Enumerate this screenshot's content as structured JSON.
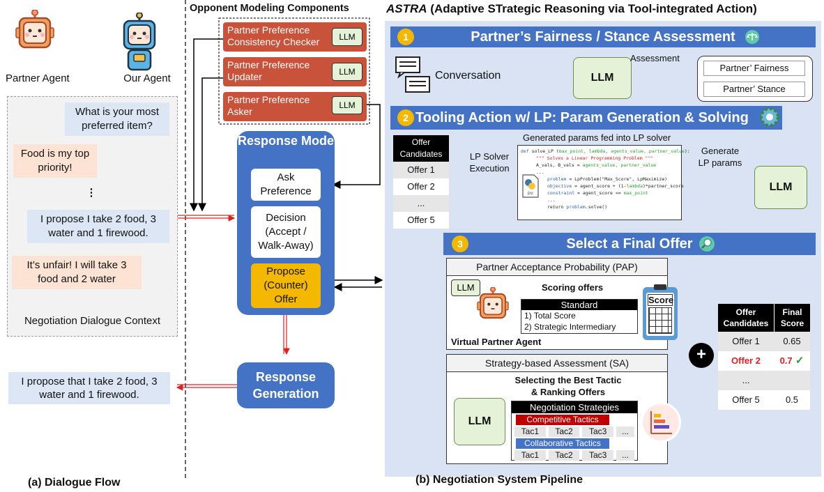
{
  "dialogue": {
    "partner_agent_label": "Partner Agent",
    "our_agent_label": "Our Agent",
    "messages": [
      "What is your most preferred item?",
      "Food is my top priority!",
      "⋮",
      "I propose I take 2 food, 3 water and 1 firewood.",
      "It’s unfair! I will take 3 food and 2 water"
    ],
    "context_label": "Negotiation Dialogue Context",
    "output_message": "I propose that I take 2 food, 3 water and 1 firewood.",
    "caption": "(a) Dialogue Flow"
  },
  "opponent": {
    "title": "Opponent Modeling Components",
    "components": [
      {
        "label": "Partner Preference Consistency Checker",
        "llm": "LLM"
      },
      {
        "label": "Partner Preference Updater",
        "llm": "LLM"
      },
      {
        "label": "Partner Preference Asker",
        "llm": "LLM"
      }
    ]
  },
  "response_mode": {
    "title": "Response Mode",
    "options": [
      "Ask Preference",
      "Decision (Accept / Walk-Away)",
      "Propose (Counter) Offer"
    ]
  },
  "response_generation": "Response Generation",
  "astra": {
    "title_acronym": "ASTRA",
    "title_rest": "(Adaptive STrategic Reasoning via Tool-integrated Action)",
    "caption": "(b) Negotiation System Pipeline",
    "step1": {
      "num": "1",
      "title": "Partner’s  Fairness / Stance Assessment",
      "conversation": "Conversation",
      "llm": "LLM",
      "assessment": "Assessment",
      "outputs": [
        "Partner’ Fairness",
        "Partner’ Stance"
      ]
    },
    "step2": {
      "num": "2",
      "title": "Tooling Action w/ LP: Param Generation & Solving",
      "params_label": "Generated params fed into LP solver",
      "generate_label": "Generate LP params",
      "llm": "LLM",
      "solver_label": "LP Solver Execution",
      "offer_header": "Offer Candidates",
      "offers": [
        "Offer 1",
        "Offer 2",
        "...",
        "Offer 5"
      ],
      "code": {
        "l1_def": "def ",
        "l1_fn": "solve_LP (",
        "l1_args": "max_point, lambda, agents_value, partner_value",
        "l1_end": "):",
        "l2": "\"\"\" Solves a Linear Programming Problem \"\"\"",
        "l3_a": "A_vals, B_vals = ",
        "l3_b": "agents_value, partner_value",
        "l4": "...",
        "l5_a": "problem",
        "l5_b": " = LpProblem(\"Max_Score\", LpMaximize)",
        "l6_a": "objective",
        "l6_b": " = agent_score + (1-",
        "l6_c": "lambda",
        "l6_d": ")*partner_score",
        "l7_a": "constraint",
        "l7_b": " = agent_score <= ",
        "l7_c": "max_point",
        "l8": "...",
        "l9_a": "return ",
        "l9_b": "problem",
        "l9_c": ".solve()"
      }
    },
    "step3": {
      "num": "3",
      "title": "Select a Final Offer",
      "pap_title": "Partner Acceptance Probability (PAP)",
      "pap_llm": "LLM",
      "scoring_title": "Scoring offers",
      "standard": "Standard",
      "criteria": [
        "1) Total Score",
        "2) Strategic Intermediary"
      ],
      "score_icon_label": "Score",
      "virtual_agent": "Virtual Partner Agent",
      "sa_title": "Strategy-based Assessment (SA)",
      "sa_llm": "LLM",
      "sa_heading_1": "Selecting the Best Tactic",
      "sa_heading_2": "& Ranking Offers",
      "strategies_title": "Negotiation Strategies",
      "competitive": "Competitive Tactics",
      "collaborative": "Collaborative Tactics",
      "tactics": [
        "Tac1",
        "Tac2",
        "Tac3",
        "..."
      ],
      "plus": "+"
    },
    "final_table": {
      "headers": [
        "Offer Candidates",
        "Final Score"
      ],
      "rows": [
        {
          "offer": "Offer 1",
          "score": "0.65"
        },
        {
          "offer": "Offer 2",
          "score": "0.7"
        },
        {
          "offer": "...",
          "score": ""
        },
        {
          "offer": "Offer 5",
          "score": "0.5"
        }
      ]
    }
  },
  "colors": {
    "accent_blue": "#4472c4",
    "panel_bg": "#dae3f3",
    "component_red": "#c9533a",
    "highlight_yellow": "#f5b800",
    "winner_red": "#e02020"
  }
}
